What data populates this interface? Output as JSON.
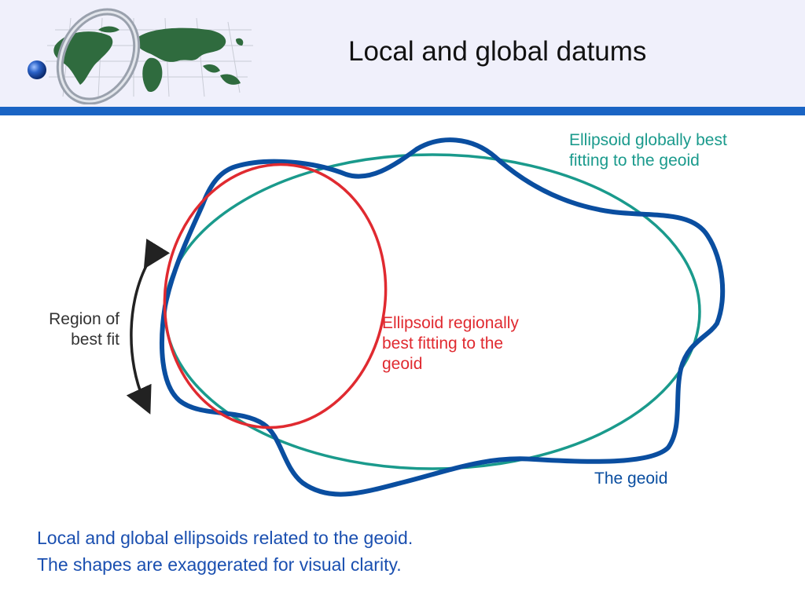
{
  "slide": {
    "title": "Local and global datums"
  },
  "logo": {
    "icon": "globe-map-logo-icon"
  },
  "diagram": {
    "labels": {
      "global_ellipsoid": [
        "Ellipsoid globally best",
        "fitting to the geoid"
      ],
      "regional_ellipsoid": [
        "Ellipsoid regionally",
        "best fitting to the",
        "geoid"
      ],
      "geoid": "The geoid",
      "region_of_best_fit": [
        "Region of",
        "best fit"
      ]
    },
    "colors": {
      "geoid": "#0a4ea0",
      "global_ellipsoid": "#1a9a8c",
      "regional_ellipsoid": "#e02a30",
      "arrow": "#222222"
    }
  },
  "caption": {
    "lines": [
      "Local and global ellipsoids related to the geoid.",
      "The shapes are exaggerated for visual clarity."
    ]
  },
  "theme": {
    "header_bg": "#f0f0fb",
    "header_rule": "#1a64c4",
    "caption_color": "#1a4fb0"
  }
}
